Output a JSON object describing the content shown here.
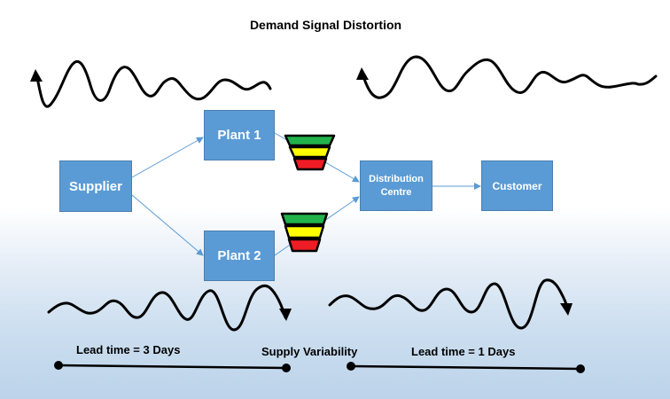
{
  "title": "Demand Signal Distortion",
  "nodes": {
    "supplier": "Supplier",
    "plant1": "Plant 1",
    "plant2": "Plant 2",
    "distribution_centre": "Distribution\nCentre",
    "customer": "Customer"
  },
  "labels": {
    "lead_time_left": "Lead time = 3 Days",
    "supply_variability": "Supply Variability",
    "lead_time_right": "Lead time = 1 Days"
  },
  "colors": {
    "box_fill": "#5b9bd5",
    "arrow": "#5b9bd5",
    "inventory_green": "#22b24c",
    "inventory_yellow": "#ffff00",
    "inventory_red": "#ee1c24"
  }
}
